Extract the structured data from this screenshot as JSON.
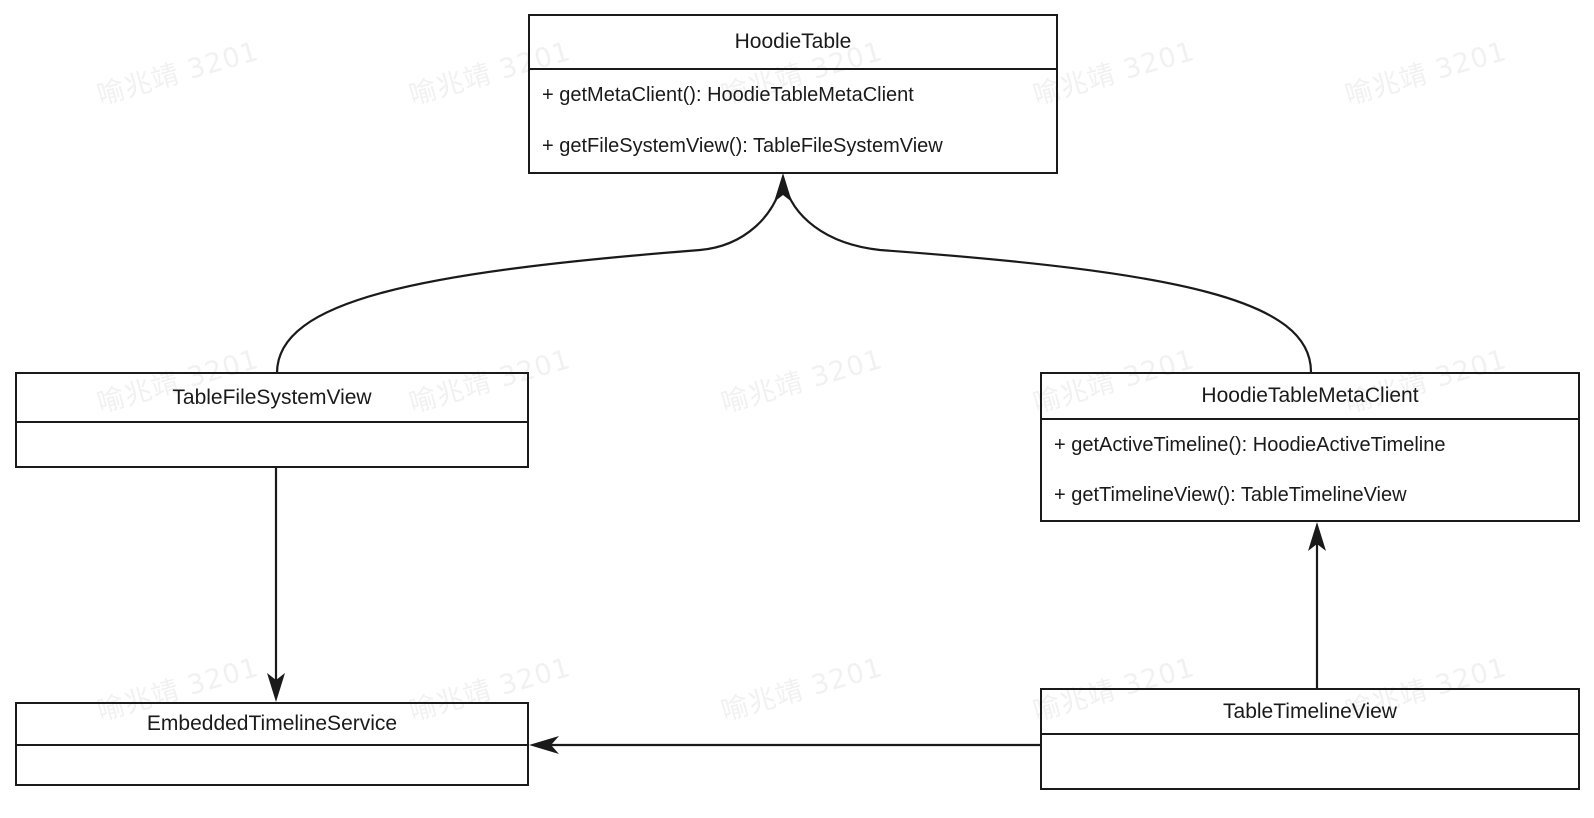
{
  "diagram": {
    "type": "uml-class-diagram",
    "background_color": "#ffffff",
    "line_color": "#1a1a1a",
    "text_color": "#1a1a1a",
    "classes": [
      {
        "id": "hoodie-table",
        "name": "HoodieTable",
        "members": [
          "+ getMetaClient(): HoodieTableMetaClient",
          "+ getFileSystemView(): TableFileSystemView"
        ]
      },
      {
        "id": "table-file-system-view",
        "name": "TableFileSystemView",
        "members": []
      },
      {
        "id": "hoodie-table-meta-client",
        "name": "HoodieTableMetaClient",
        "members": [
          "+ getActiveTimeline(): HoodieActiveTimeline",
          "+ getTimelineView(): TableTimelineView"
        ]
      },
      {
        "id": "embedded-timeline-service",
        "name": "EmbeddedTimelineService",
        "members": []
      },
      {
        "id": "table-timeline-view",
        "name": "TableTimelineView",
        "members": []
      }
    ],
    "edges": [
      {
        "id": "tfsv-to-hoodie-table",
        "from": "table-file-system-view",
        "to": "hoodie-table",
        "style": "curved",
        "arrowhead": "filled-solid"
      },
      {
        "id": "htmc-to-hoodie-table",
        "from": "hoodie-table-meta-client",
        "to": "hoodie-table",
        "style": "curved",
        "arrowhead": "filled-solid"
      },
      {
        "id": "tfsv-to-ets",
        "from": "table-file-system-view",
        "to": "embedded-timeline-service",
        "style": "straight-vertical",
        "arrowhead": "filled-solid"
      },
      {
        "id": "ttv-to-htmc",
        "from": "table-timeline-view",
        "to": "hoodie-table-meta-client",
        "style": "straight-vertical",
        "arrowhead": "filled-solid"
      },
      {
        "id": "ttv-to-ets",
        "from": "table-timeline-view",
        "to": "embedded-timeline-service",
        "style": "straight-horizontal",
        "arrowhead": "filled-solid"
      }
    ]
  },
  "watermark": {
    "text": "喻兆靖 3201",
    "color": "#f1f1f1",
    "rotation_deg": -16
  }
}
